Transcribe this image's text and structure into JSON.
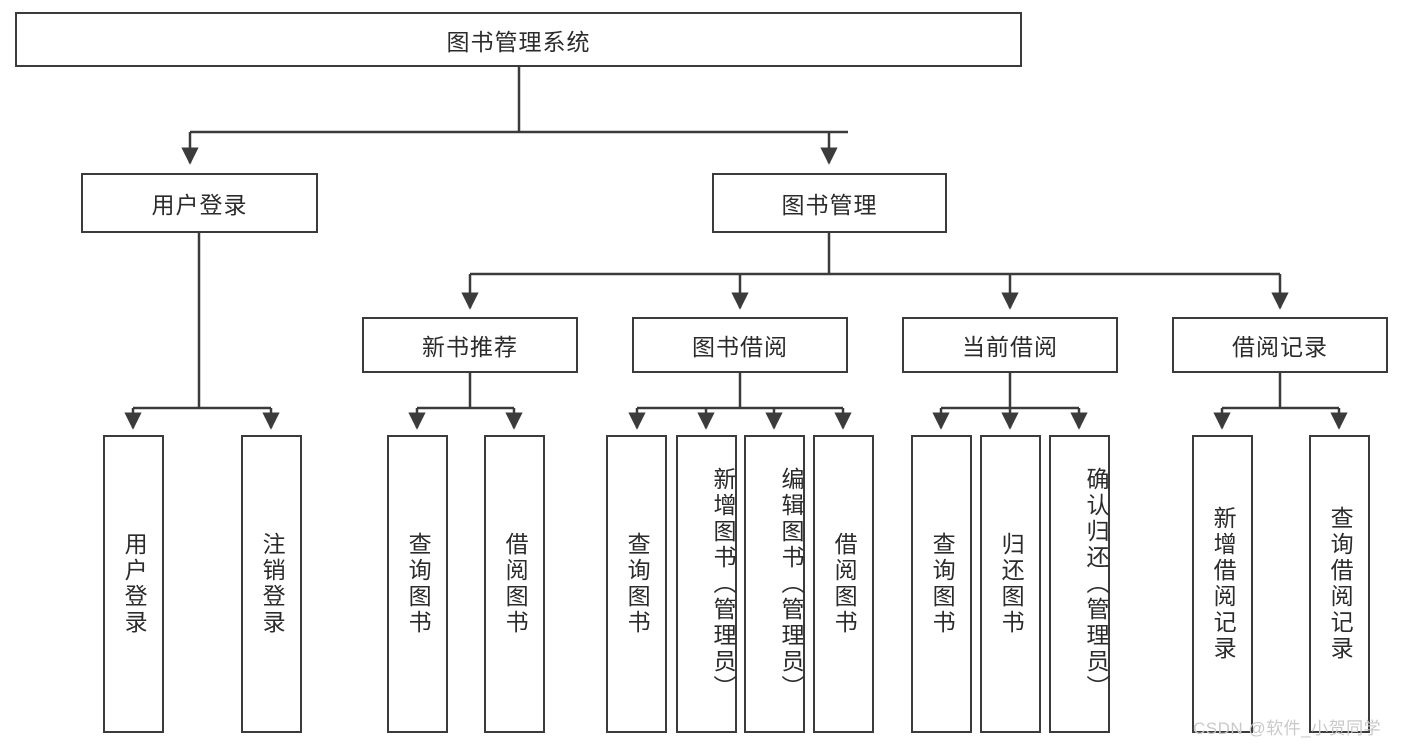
{
  "diagram": {
    "title": "图书管理系统",
    "type": "tree-hierarchy-chart",
    "root": {
      "label": "图书管理系统"
    },
    "level2": [
      {
        "label": "用户登录"
      },
      {
        "label": "图书管理"
      }
    ],
    "level3": [
      {
        "label": "新书推荐"
      },
      {
        "label": "图书借阅"
      },
      {
        "label": "当前借阅"
      },
      {
        "label": "借阅记录"
      }
    ],
    "leaves": [
      {
        "label": "用户登录",
        "parent": "用户登录"
      },
      {
        "label": "注销登录",
        "parent": "用户登录"
      },
      {
        "label": "查询图书",
        "parent": "新书推荐"
      },
      {
        "label": "借阅图书",
        "parent": "新书推荐"
      },
      {
        "label": "查询图书",
        "parent": "图书借阅"
      },
      {
        "label": "新增图书（管理员）",
        "parent": "图书借阅"
      },
      {
        "label": "编辑图书（管理员）",
        "parent": "图书借阅"
      },
      {
        "label": "借阅图书",
        "parent": "图书借阅"
      },
      {
        "label": "查询图书",
        "parent": "当前借阅"
      },
      {
        "label": "归还图书",
        "parent": "当前借阅"
      },
      {
        "label": "确认归还（管理员）",
        "parent": "当前借阅"
      },
      {
        "label": "新增借阅记录",
        "parent": "借阅记录"
      },
      {
        "label": "查询借阅记录",
        "parent": "借阅记录"
      }
    ]
  },
  "watermark": {
    "text": "CSDN @软件_小贺同学"
  },
  "colors": {
    "box_border": "#3b3b3b",
    "box_fill": "#ffffff",
    "text": "#2b2b2b",
    "connector": "#3b3b3b",
    "watermark": "#c9c9c9",
    "background": "#ffffff"
  }
}
